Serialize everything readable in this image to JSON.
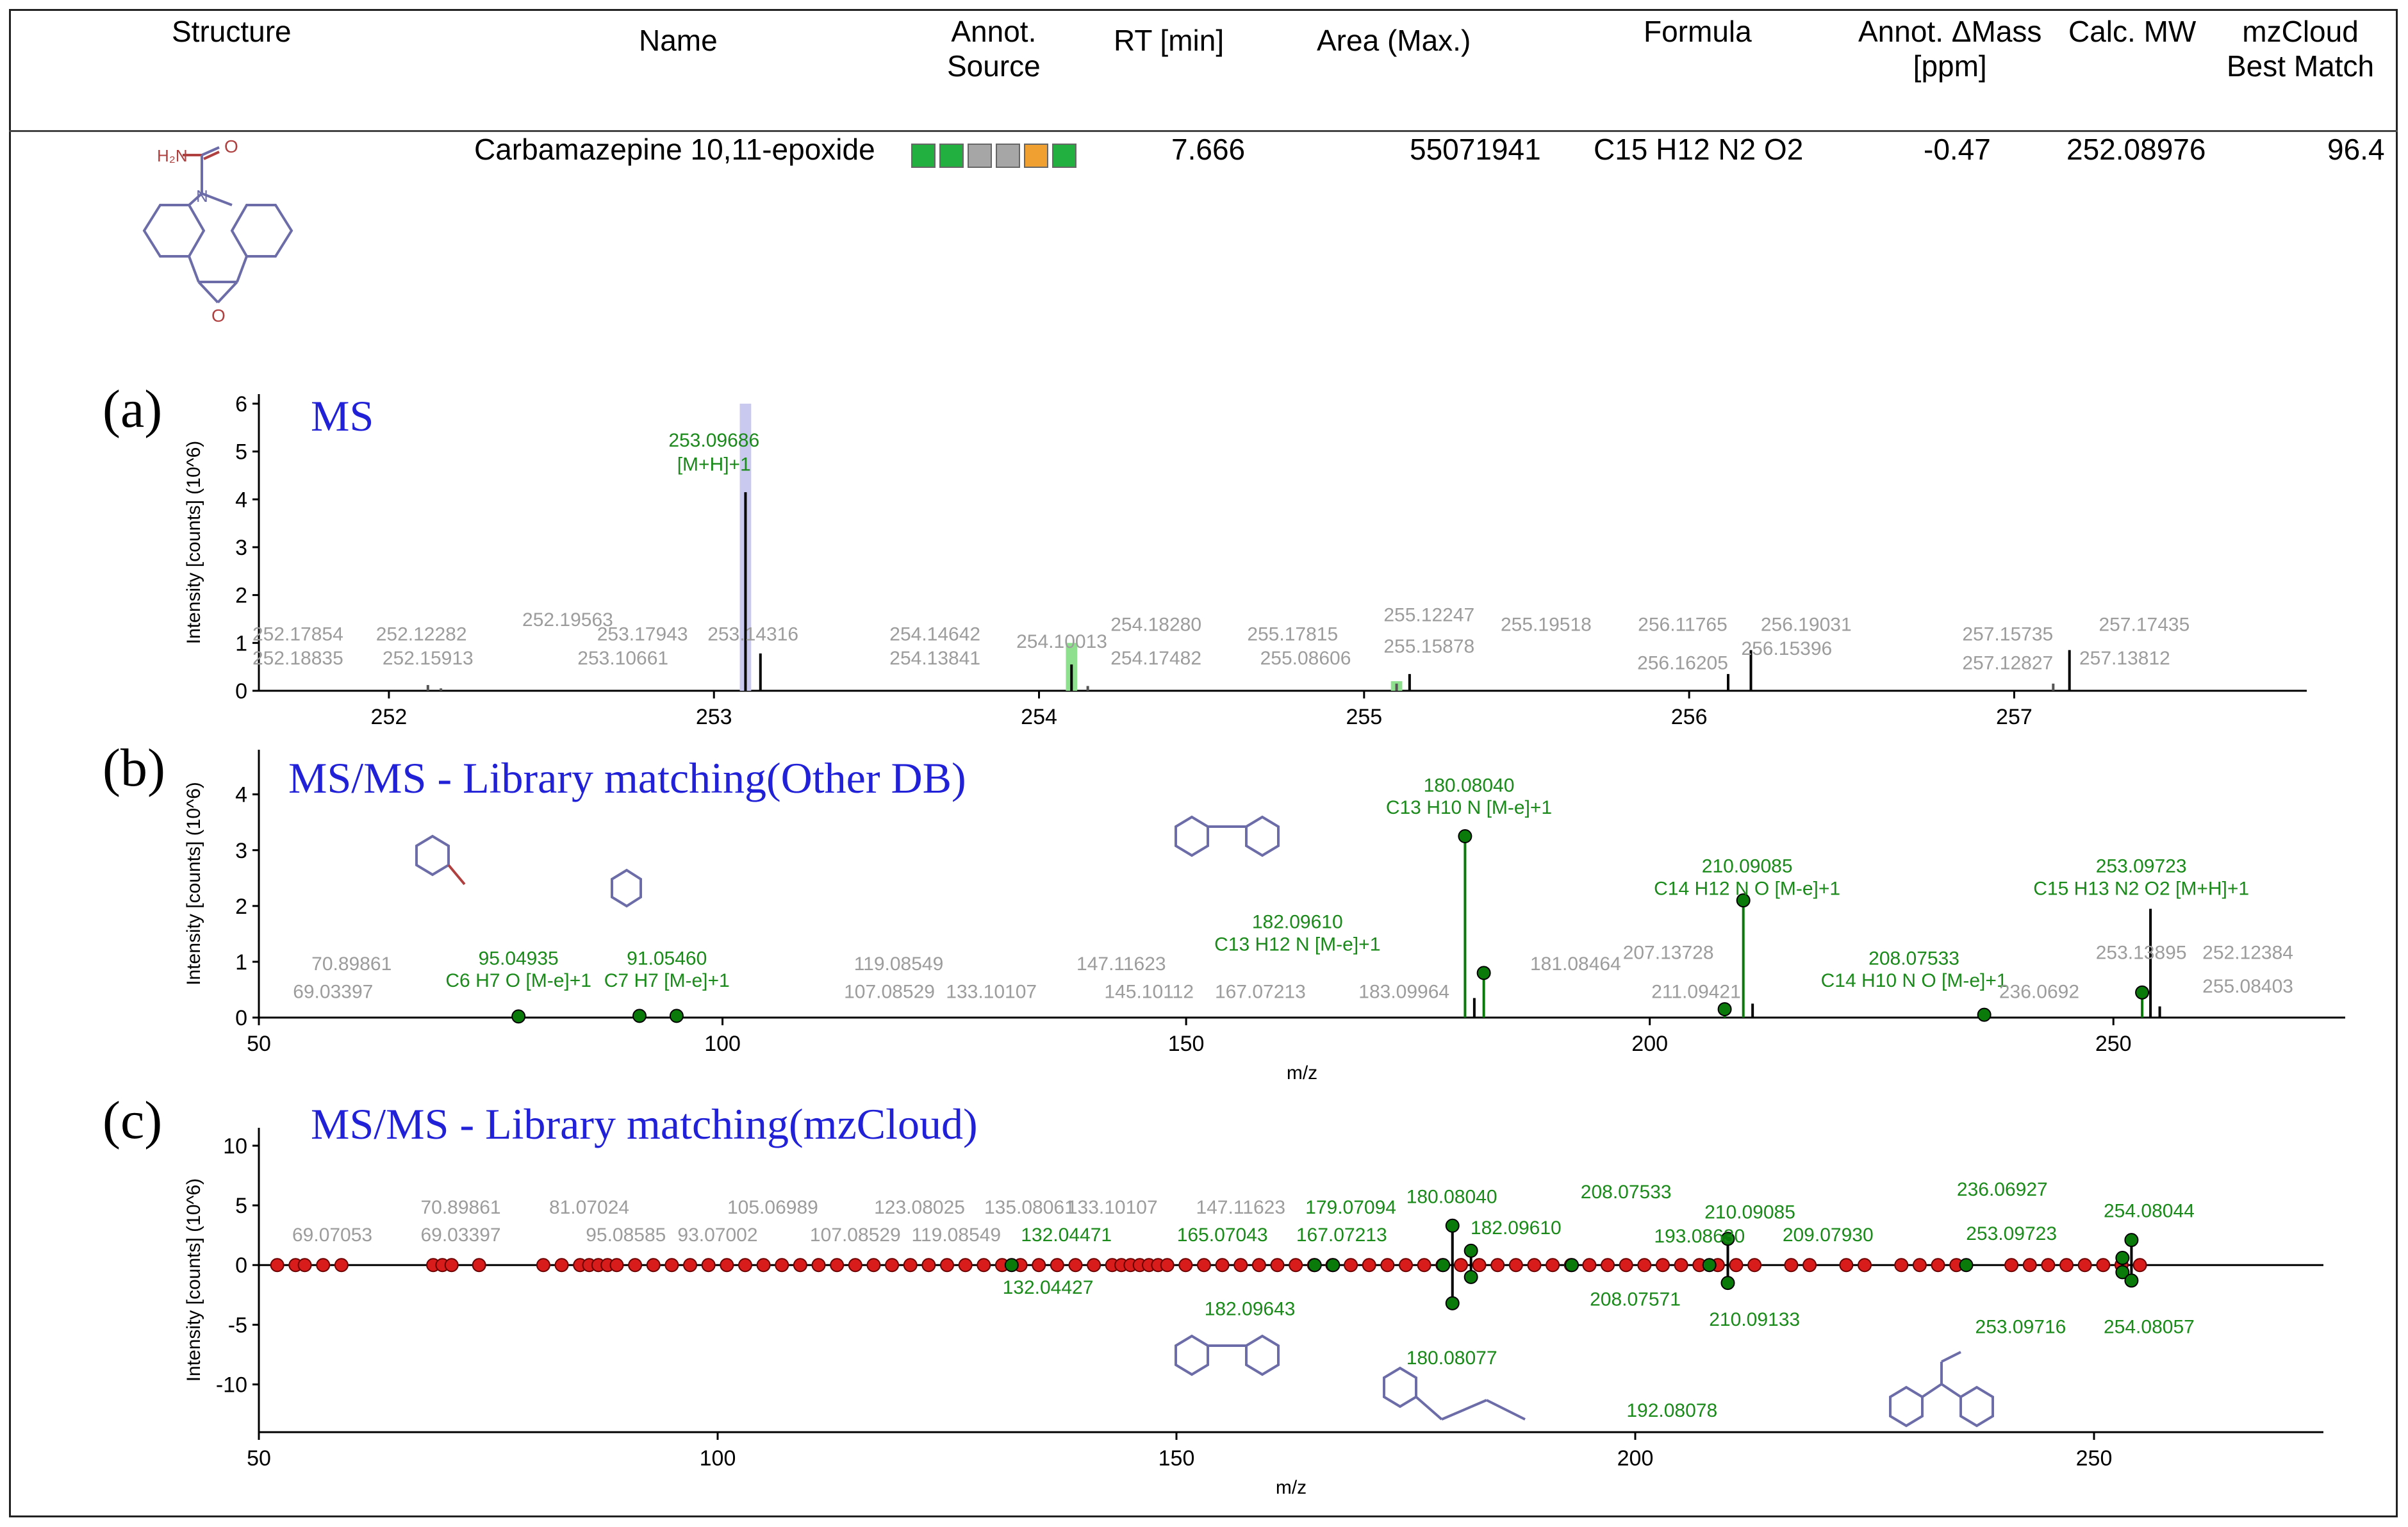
{
  "table": {
    "headers": {
      "structure": "Structure",
      "name": "Name",
      "annot_source": [
        "Annot.",
        "Source"
      ],
      "rt": "RT [min]",
      "area": "Area (Max.)",
      "formula": "Formula",
      "annot_dmass": [
        "Annot. ΔMass",
        "[ppm]"
      ],
      "calc_mw": "Calc. MW",
      "mzcloud": [
        "mzCloud",
        "Best Match"
      ]
    },
    "row": {
      "name": "Carbamazepine 10,11-epoxide",
      "annot_source_colors": [
        "#22b040",
        "#22b040",
        "#a6a6a6",
        "#a6a6a6",
        "#f0a030",
        "#22b040"
      ],
      "rt": "7.666",
      "area": "55071941",
      "formula": "C15 H12 N2 O2",
      "annot_dmass": "-0.47",
      "calc_mw": "252.08976",
      "mzcloud": "96.4",
      "structure_label_top": "H₂N",
      "structure_label_o": "O",
      "structure_label_n": "N",
      "structure_label_epox": "O"
    }
  },
  "panels": {
    "a": {
      "label": "(a)",
      "title": "MS"
    },
    "b": {
      "label": "(b)",
      "title": "MS/MS - Library matching(Other DB)"
    },
    "c": {
      "label": "(c)",
      "title": "MS/MS - Library matching(mzCloud)"
    }
  },
  "chart_data": [
    {
      "id": "a",
      "type": "bar",
      "xlabel": "",
      "ylabel": "Intensity [counts] (10^6)",
      "xlim": [
        251.6,
        257.9
      ],
      "ylim": [
        0,
        6.2
      ],
      "xticks": [
        252,
        253,
        254,
        255,
        256,
        257
      ],
      "yticks": [
        0,
        1,
        2,
        3,
        4,
        5,
        6
      ],
      "peaks": [
        {
          "x": 252.12,
          "y": 0.12
        },
        {
          "x": 252.16,
          "y": 0.05
        },
        {
          "x": 253.097,
          "y": 4.15,
          "color": "#000"
        },
        {
          "x": 253.143,
          "y": 0.78,
          "color": "#000"
        },
        {
          "x": 254.1,
          "y": 0.55,
          "color": "#000"
        },
        {
          "x": 254.15,
          "y": 0.1
        },
        {
          "x": 255.1,
          "y": 0.15
        },
        {
          "x": 255.14,
          "y": 0.35,
          "color": "#000"
        },
        {
          "x": 256.12,
          "y": 0.35,
          "color": "#000"
        },
        {
          "x": 256.19,
          "y": 0.85,
          "color": "#000"
        },
        {
          "x": 257.12,
          "y": 0.15
        },
        {
          "x": 257.17,
          "y": 0.85,
          "color": "#000"
        }
      ],
      "highlights": [
        {
          "x": 253.097,
          "y": 6.0,
          "w": 0.035,
          "color": "#c9c9f0"
        },
        {
          "x": 254.1,
          "y": 1.0,
          "w": 0.035,
          "color": "#8ee08e"
        },
        {
          "x": 255.1,
          "y": 0.2,
          "w": 0.035,
          "color": "#8ee08e"
        }
      ],
      "annotations": [
        {
          "text": "253.09686",
          "x": 253.0,
          "y": 5.1,
          "color": "green"
        },
        {
          "text": "[M+H]+1",
          "x": 253.0,
          "y": 4.6,
          "color": "green"
        },
        {
          "text": "252.17854",
          "x": 251.72,
          "y": 1.05,
          "color": "gray"
        },
        {
          "text": "252.18835",
          "x": 251.72,
          "y": 0.55,
          "color": "gray"
        },
        {
          "text": "252.12282",
          "x": 252.1,
          "y": 1.05,
          "color": "gray"
        },
        {
          "text": "252.15913",
          "x": 252.12,
          "y": 0.55,
          "color": "gray"
        },
        {
          "text": "252.19563",
          "x": 252.55,
          "y": 1.35,
          "color": "gray"
        },
        {
          "text": "253.17943",
          "x": 252.78,
          "y": 1.05,
          "color": "gray"
        },
        {
          "text": "253.10661",
          "x": 252.72,
          "y": 0.55,
          "color": "gray"
        },
        {
          "text": "253.14316",
          "x": 253.12,
          "y": 1.05,
          "color": "gray"
        },
        {
          "text": "254.14642",
          "x": 253.68,
          "y": 1.05,
          "color": "gray"
        },
        {
          "text": "254.13841",
          "x": 253.68,
          "y": 0.55,
          "color": "gray"
        },
        {
          "text": "254.10013",
          "x": 254.07,
          "y": 0.9,
          "color": "gray"
        },
        {
          "text": "254.18280",
          "x": 254.36,
          "y": 1.25,
          "color": "gray"
        },
        {
          "text": "254.17482",
          "x": 254.36,
          "y": 0.55,
          "color": "gray"
        },
        {
          "text": "255.17815",
          "x": 254.78,
          "y": 1.05,
          "color": "gray"
        },
        {
          "text": "255.08606",
          "x": 254.82,
          "y": 0.55,
          "color": "gray"
        },
        {
          "text": "255.12247",
          "x": 255.2,
          "y": 1.45,
          "color": "gray"
        },
        {
          "text": "255.15878",
          "x": 255.2,
          "y": 0.8,
          "color": "gray"
        },
        {
          "text": "255.19518",
          "x": 255.56,
          "y": 1.25,
          "color": "gray"
        },
        {
          "text": "256.11765",
          "x": 255.98,
          "y": 1.25,
          "color": "gray"
        },
        {
          "text": "256.16205",
          "x": 255.98,
          "y": 0.45,
          "color": "gray"
        },
        {
          "text": "256.19031",
          "x": 256.36,
          "y": 1.25,
          "color": "gray"
        },
        {
          "text": "256.15396",
          "x": 256.3,
          "y": 0.75,
          "color": "gray"
        },
        {
          "text": "257.15735",
          "x": 256.98,
          "y": 1.05,
          "color": "gray"
        },
        {
          "text": "257.12827",
          "x": 256.98,
          "y": 0.45,
          "color": "gray"
        },
        {
          "text": "257.17435",
          "x": 257.4,
          "y": 1.25,
          "color": "gray"
        },
        {
          "text": "257.13812",
          "x": 257.34,
          "y": 0.55,
          "color": "gray"
        }
      ]
    },
    {
      "id": "b",
      "type": "bar",
      "xlabel": "m/z",
      "ylabel": "Intensity [counts] (10^6)",
      "xlim": [
        50,
        275
      ],
      "ylim": [
        0,
        4.8
      ],
      "xticks": [
        50,
        100,
        150,
        200,
        250
      ],
      "yticks": [
        0,
        1,
        2,
        3,
        4
      ],
      "peaks": [
        {
          "x": 78,
          "y": 0.02,
          "color": "#0a7a0a",
          "dot": true
        },
        {
          "x": 91.05,
          "y": 0.03,
          "color": "#0a7a0a",
          "dot": true
        },
        {
          "x": 95.05,
          "y": 0.03,
          "color": "#0a7a0a",
          "dot": true
        },
        {
          "x": 180.08,
          "y": 3.25,
          "color": "#0a7a0a",
          "dot": true
        },
        {
          "x": 182.1,
          "y": 0.8,
          "color": "#0a7a0a",
          "dot": true
        },
        {
          "x": 181.08,
          "y": 0.35,
          "color": "#000"
        },
        {
          "x": 208.08,
          "y": 0.15,
          "color": "#0a7a0a",
          "dot": true
        },
        {
          "x": 210.09,
          "y": 2.1,
          "color": "#0a7a0a",
          "dot": true
        },
        {
          "x": 211.09,
          "y": 0.25,
          "color": "#000"
        },
        {
          "x": 236.07,
          "y": 0.05,
          "color": "#0a7a0a",
          "dot": true
        },
        {
          "x": 253.1,
          "y": 0.45,
          "color": "#0a7a0a",
          "dot": true
        },
        {
          "x": 254.0,
          "y": 1.95,
          "color": "#000"
        },
        {
          "x": 255.0,
          "y": 0.2,
          "color": "#000"
        }
      ],
      "highlights": [],
      "annotations": [
        {
          "text": "180.08040",
          "x": 180.5,
          "y": 4.05,
          "color": "green"
        },
        {
          "text": "C13 H10 N [M-e]+1",
          "x": 180.5,
          "y": 3.65,
          "color": "green"
        },
        {
          "text": "210.09085",
          "x": 210.5,
          "y": 2.6,
          "color": "green"
        },
        {
          "text": "C14 H12 N O [M-e]+1",
          "x": 210.5,
          "y": 2.2,
          "color": "green"
        },
        {
          "text": "253.09723",
          "x": 253.0,
          "y": 2.6,
          "color": "green"
        },
        {
          "text": "C15 H13 N2 O2 [M+H]+1",
          "x": 253.0,
          "y": 2.2,
          "color": "green"
        },
        {
          "text": "182.09610",
          "x": 162.0,
          "y": 1.6,
          "color": "green"
        },
        {
          "text": "C13 H12 N [M-e]+1",
          "x": 162.0,
          "y": 1.2,
          "color": "green"
        },
        {
          "text": "208.07533",
          "x": 228.5,
          "y": 0.95,
          "color": "green"
        },
        {
          "text": "C14 H10 N O [M-e]+1",
          "x": 228.5,
          "y": 0.55,
          "color": "green"
        },
        {
          "text": "95.04935",
          "x": 78.0,
          "y": 0.95,
          "color": "green"
        },
        {
          "text": "C6 H7 O [M-e]+1",
          "x": 78.0,
          "y": 0.55,
          "color": "green"
        },
        {
          "text": "91.05460",
          "x": 94.0,
          "y": 0.95,
          "color": "green"
        },
        {
          "text": "C7 H7 [M-e]+1",
          "x": 94.0,
          "y": 0.55,
          "color": "green"
        },
        {
          "text": "70.89861",
          "x": 60.0,
          "y": 0.85,
          "color": "gray"
        },
        {
          "text": "69.03397",
          "x": 58.0,
          "y": 0.35,
          "color": "gray"
        },
        {
          "text": "119.08549",
          "x": 119.0,
          "y": 0.85,
          "color": "gray"
        },
        {
          "text": "107.08529",
          "x": 118.0,
          "y": 0.35,
          "color": "gray"
        },
        {
          "text": "147.11623",
          "x": 143.0,
          "y": 0.85,
          "color": "gray"
        },
        {
          "text": "133.10107",
          "x": 129.0,
          "y": 0.35,
          "color": "gray"
        },
        {
          "text": "145.10112",
          "x": 146.0,
          "y": 0.35,
          "color": "gray"
        },
        {
          "text": "167.07213",
          "x": 158.0,
          "y": 0.35,
          "color": "gray"
        },
        {
          "text": "183.09964",
          "x": 173.5,
          "y": 0.35,
          "color": "gray"
        },
        {
          "text": "181.08464",
          "x": 192.0,
          "y": 0.85,
          "color": "gray"
        },
        {
          "text": "207.13728",
          "x": 202.0,
          "y": 1.05,
          "color": "gray"
        },
        {
          "text": "211.09421",
          "x": 205.0,
          "y": 0.35,
          "color": "gray"
        },
        {
          "text": "236.0692",
          "x": 242.0,
          "y": 0.35,
          "color": "gray"
        },
        {
          "text": "253.13895",
          "x": 253.0,
          "y": 1.05,
          "color": "gray"
        },
        {
          "text": "252.12384",
          "x": 264.5,
          "y": 1.05,
          "color": "gray"
        },
        {
          "text": "255.08403",
          "x": 264.5,
          "y": 0.45,
          "color": "gray"
        }
      ]
    },
    {
      "id": "c",
      "type": "scatter",
      "xlabel": "m/z",
      "ylabel": "Intensity [counts] (10^6)",
      "xlim": [
        50,
        275
      ],
      "ylim": [
        -14,
        11.5
      ],
      "xticks": [
        50,
        100,
        150,
        200,
        250
      ],
      "yticks": [
        10,
        5,
        0,
        -5,
        -10
      ],
      "ytick_labels": [
        "10",
        "5",
        "0",
        "-5",
        "-10"
      ],
      "red_points": [
        52,
        54,
        55,
        57,
        59,
        69,
        70,
        71,
        74,
        81,
        83,
        85,
        86,
        87,
        88,
        89,
        91,
        93,
        95,
        97,
        99,
        101,
        103,
        105,
        107,
        109,
        111,
        113,
        115,
        117,
        119,
        121,
        123,
        125,
        127,
        129,
        131,
        133,
        135,
        137,
        139,
        141,
        143,
        144,
        145,
        146,
        147,
        148,
        149,
        151,
        153,
        155,
        157,
        159,
        161,
        163,
        165,
        167,
        169,
        171,
        173,
        175,
        177,
        179,
        181,
        183,
        185,
        187,
        189,
        191,
        193,
        195,
        197,
        199,
        201,
        203,
        205,
        207,
        209,
        211,
        213,
        217,
        219,
        223,
        225,
        229,
        231,
        233,
        235,
        241,
        243,
        245,
        247,
        249,
        251,
        253,
        255
      ],
      "green_points": [
        {
          "x": 132.04,
          "y": 0
        },
        {
          "x": 165.07,
          "y": 0
        },
        {
          "x": 167.07,
          "y": 0
        },
        {
          "x": 179.07,
          "y": 0
        },
        {
          "x": 180.08,
          "y": 3.3
        },
        {
          "x": 180.08,
          "y": -3.2
        },
        {
          "x": 182.1,
          "y": 1.2
        },
        {
          "x": 182.1,
          "y": -1.0
        },
        {
          "x": 193.09,
          "y": 0
        },
        {
          "x": 208.08,
          "y": 0
        },
        {
          "x": 210.09,
          "y": 2.2
        },
        {
          "x": 210.09,
          "y": -1.5
        },
        {
          "x": 236.07,
          "y": 0
        },
        {
          "x": 253.1,
          "y": 0.6
        },
        {
          "x": 253.1,
          "y": -0.6
        },
        {
          "x": 254.08,
          "y": 2.1
        },
        {
          "x": 254.08,
          "y": -1.3
        }
      ],
      "annotations": [
        {
          "text": "70.89861",
          "x": 72.0,
          "y": 4.3,
          "color": "gray"
        },
        {
          "text": "81.07024",
          "x": 86.0,
          "y": 4.3,
          "color": "gray"
        },
        {
          "text": "105.06989",
          "x": 106.0,
          "y": 4.3,
          "color": "gray"
        },
        {
          "text": "123.08025",
          "x": 122.0,
          "y": 4.3,
          "color": "gray"
        },
        {
          "text": "135.08061",
          "x": 134.0,
          "y": 4.3,
          "color": "gray"
        },
        {
          "text": "133.10107",
          "x": 143.0,
          "y": 4.3,
          "color": "gray"
        },
        {
          "text": "147.11623",
          "x": 157.0,
          "y": 4.3,
          "color": "gray"
        },
        {
          "text": "69.07053",
          "x": 58.0,
          "y": 2.0,
          "color": "gray"
        },
        {
          "text": "69.03397",
          "x": 72.0,
          "y": 2.0,
          "color": "gray"
        },
        {
          "text": "95.08585",
          "x": 90.0,
          "y": 2.0,
          "color": "gray"
        },
        {
          "text": "93.07002",
          "x": 100.0,
          "y": 2.0,
          "color": "gray"
        },
        {
          "text": "107.08529",
          "x": 115.0,
          "y": 2.0,
          "color": "gray"
        },
        {
          "text": "119.08549",
          "x": 126.0,
          "y": 2.0,
          "color": "gray"
        },
        {
          "text": "132.04471",
          "x": 138.0,
          "y": 2.0,
          "color": "green"
        },
        {
          "text": "132.04427",
          "x": 136.0,
          "y": -2.4,
          "color": "green"
        },
        {
          "text": "165.07043",
          "x": 155.0,
          "y": 2.0,
          "color": "green"
        },
        {
          "text": "179.07094",
          "x": 169.0,
          "y": 4.3,
          "color": "green"
        },
        {
          "text": "167.07213",
          "x": 168.0,
          "y": 2.0,
          "color": "green"
        },
        {
          "text": "180.08040",
          "x": 180.0,
          "y": 5.2,
          "color": "green"
        },
        {
          "text": "182.09610",
          "x": 187.0,
          "y": 2.6,
          "color": "green"
        },
        {
          "text": "182.09643",
          "x": 158.0,
          "y": -4.2,
          "color": "green"
        },
        {
          "text": "180.08077",
          "x": 180.0,
          "y": -8.3,
          "color": "green"
        },
        {
          "text": "208.07533",
          "x": 199.0,
          "y": 5.6,
          "color": "green"
        },
        {
          "text": "193.08630",
          "x": 207.0,
          "y": 1.9,
          "color": "green"
        },
        {
          "text": "210.09085",
          "x": 212.5,
          "y": 3.9,
          "color": "green"
        },
        {
          "text": "209.07930",
          "x": 221.0,
          "y": 2.0,
          "color": "green"
        },
        {
          "text": "208.07571",
          "x": 200.0,
          "y": -3.4,
          "color": "green"
        },
        {
          "text": "210.09133",
          "x": 213.0,
          "y": -5.1,
          "color": "green"
        },
        {
          "text": "192.08078",
          "x": 204.0,
          "y": -12.7,
          "color": "green"
        },
        {
          "text": "236.06927",
          "x": 240.0,
          "y": 5.8,
          "color": "green"
        },
        {
          "text": "253.09723",
          "x": 241.0,
          "y": 2.1,
          "color": "green"
        },
        {
          "text": "253.09716",
          "x": 242.0,
          "y": -5.7,
          "color": "green"
        },
        {
          "text": "254.08044",
          "x": 256.0,
          "y": 4.0,
          "color": "green"
        },
        {
          "text": "254.08057",
          "x": 256.0,
          "y": -5.7,
          "color": "green"
        }
      ]
    }
  ]
}
